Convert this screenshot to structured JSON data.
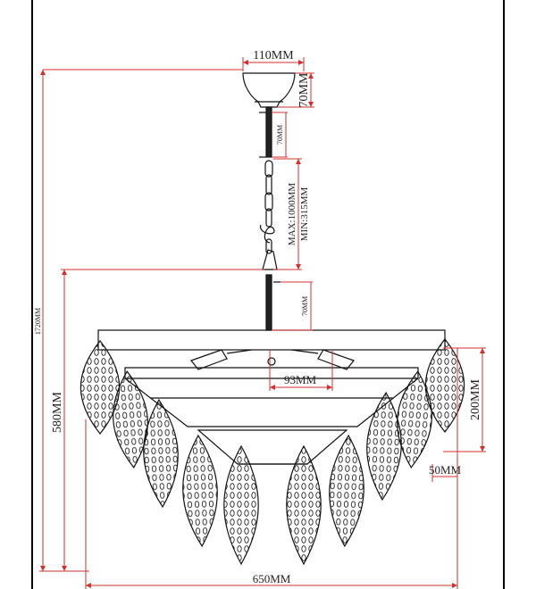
{
  "dimensions": {
    "canopy_width": "110MM",
    "canopy_height": "70MM",
    "rod_upper": "70MM",
    "chain_length": "MAX:1000MM\nMIN:315MM",
    "chain_max": "MAX:1000MM",
    "chain_min": "MIN:315MM",
    "rod_lower": "70MM",
    "total_height": "1720MM",
    "body_height": "580MM",
    "center_width": "93MM",
    "leaf_height": "200MM",
    "leaf_width": "50MM",
    "overall_width": "650MM"
  },
  "colors": {
    "dimension_line": "#d32f2f",
    "drawing_line": "#111111",
    "frame": "#000000"
  }
}
